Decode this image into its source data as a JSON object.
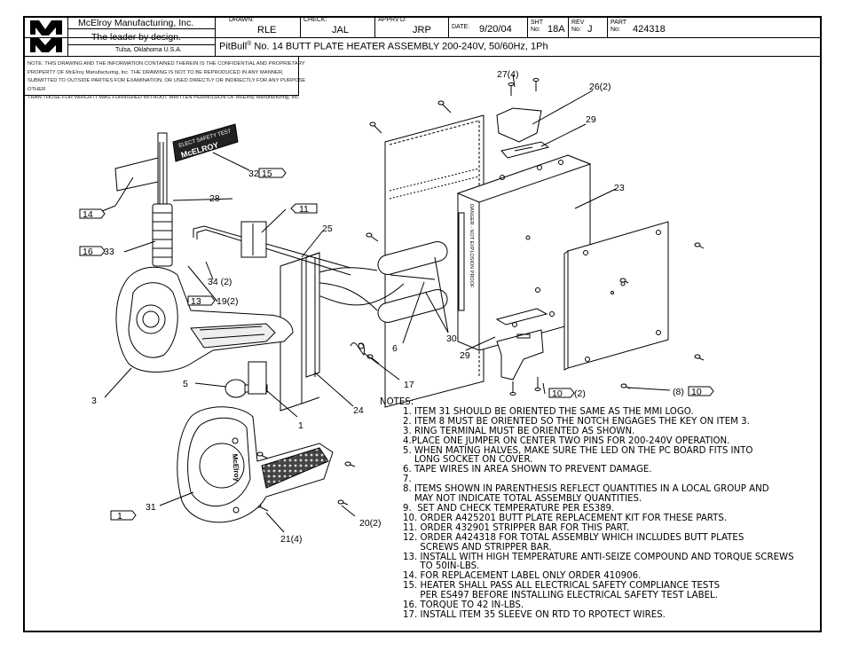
{
  "logo": {
    "letters": "MMI"
  },
  "company": {
    "name": "McElroy Manufacturing, Inc.",
    "slogan": "The leader by design.",
    "location": "Tulsa, Oklahoma U.S.A."
  },
  "title_block": {
    "drawn_label": "DRAWN:",
    "drawn": "RLE",
    "check_label": "CHECK:",
    "check": "JAL",
    "apprvd_label": "APPRV'D:",
    "apprvd": "JRP",
    "date_label": "DATE:",
    "date": "9/20/04",
    "sht_label": "SHT No:",
    "sht": "18A",
    "rev_label": "REV No:",
    "rev": "J",
    "part_label": "PART No:",
    "part": "424318",
    "title_brand": "PitBull",
    "title_reg": "®",
    "title": "No. 14 BUTT PLATE HEATER ASSEMBLY 200-240V, 50/60Hz, 1Ph"
  },
  "confidential": [
    "NOTE: THIS DRAWING AND THE INFORMATION CONTAINED THEREIN IS THE CONFIDENTIAL AND PROPRIETARY",
    "PROPERTY OF McElroy Manufacturing, Inc. THE DRAWING IS NOT TO BE REPRODUCED IN ANY MANNER,",
    "SUBMITTED TO OUTSIDE PARTIES FOR EXAMINATION, OR USED DIRECTLY OR INDIRECTLY FOR ANY PURPOSE OTHER",
    "THAN THOSE FOR WHICH IT WAS FURNISHED WITHOUT WRITTEN PERMISSION OF McElroy Manufacturing, Inc."
  ],
  "callouts": {
    "c27": "27(4)",
    "c26": "26(2)",
    "c29a": "29",
    "c23": "23",
    "c32": "32",
    "f15": "15",
    "c28": "28",
    "f14": "14",
    "f11": "11",
    "c25": "25",
    "f16": "16",
    "c33": "33",
    "c34": "34 (2)",
    "f13": "13",
    "c19": "19(2)",
    "c6": "6",
    "c30": "30",
    "c29b": "29",
    "c3": "3",
    "c5": "5",
    "c17": "17",
    "c24": "24",
    "c1": "1",
    "f10a": "10",
    "c2": "(2)",
    "c8": "(8)",
    "f10b": "10",
    "f1": "1",
    "c31": "31",
    "c20": "20(2)",
    "c21": "21(4)"
  },
  "labels": {
    "tag_line1": "ELECT SAFETY TEST",
    "tag_line2": "McELROY",
    "plate_text": "DANGER - NOT EXPLOSION PROOF",
    "handle_brand": "McElroy"
  },
  "notes": {
    "heading": "NOTES:",
    "items": [
      "1. ITEM 31 SHOULD BE ORIENTED THE SAME AS THE MMI LOGO.",
      "2. ITEM 8 MUST BE ORIENTED SO THE NOTCH ENGAGES THE KEY ON ITEM 3.",
      "3. RING TERMINAL MUST BE ORIENTED AS SHOWN.",
      "4.PLACE ONE JUMPER ON CENTER TWO PINS FOR 200-240V OPERATION.",
      "5. WHEN MATING HALVES, MAKE SURE THE LED ON THE PC BOARD FITS INTO",
      "    LONG SOCKET ON COVER.",
      "6. TAPE WIRES IN AREA SHOWN TO PREVENT DAMAGE.",
      "7.",
      "8. ITEMS SHOWN IN PARENTHESIS REFLECT QUANTITIES IN A LOCAL GROUP AND",
      "    MAY NOT INDICATE TOTAL ASSEMBLY QUANTITIES.",
      "9.  SET AND CHECK TEMPERATURE PER ES389.",
      "10. ORDER A425201 BUTT PLATE REPLACEMENT KIT FOR THESE PARTS.",
      "11. ORDER 432901 STRIPPER BAR FOR THIS PART.",
      "12. ORDER A424318 FOR TOTAL ASSEMBLY WHICH INCLUDES BUTT PLATES",
      "      SCREWS AND STRIPPER BAR.",
      "13. INSTALL WITH HIGH TEMPERATURE ANTI-SEIZE COMPOUND AND TORQUE SCREWS",
      "      TO 50IN-LBS.",
      "14. FOR REPLACEMENT LABEL ONLY ORDER 410906.",
      "15. HEATER SHALL PASS ALL ELECTRICAL SAFETY COMPLIANCE TESTS",
      "      PER ES497 BEFORE INSTALLING ELECTRICAL SAFETY TEST LABEL.",
      "16. TORQUE TO 42 IN-LBS.",
      "17. INSTALL ITEM 35 SLEEVE ON RTD TO RPOTECT WIRES."
    ]
  }
}
